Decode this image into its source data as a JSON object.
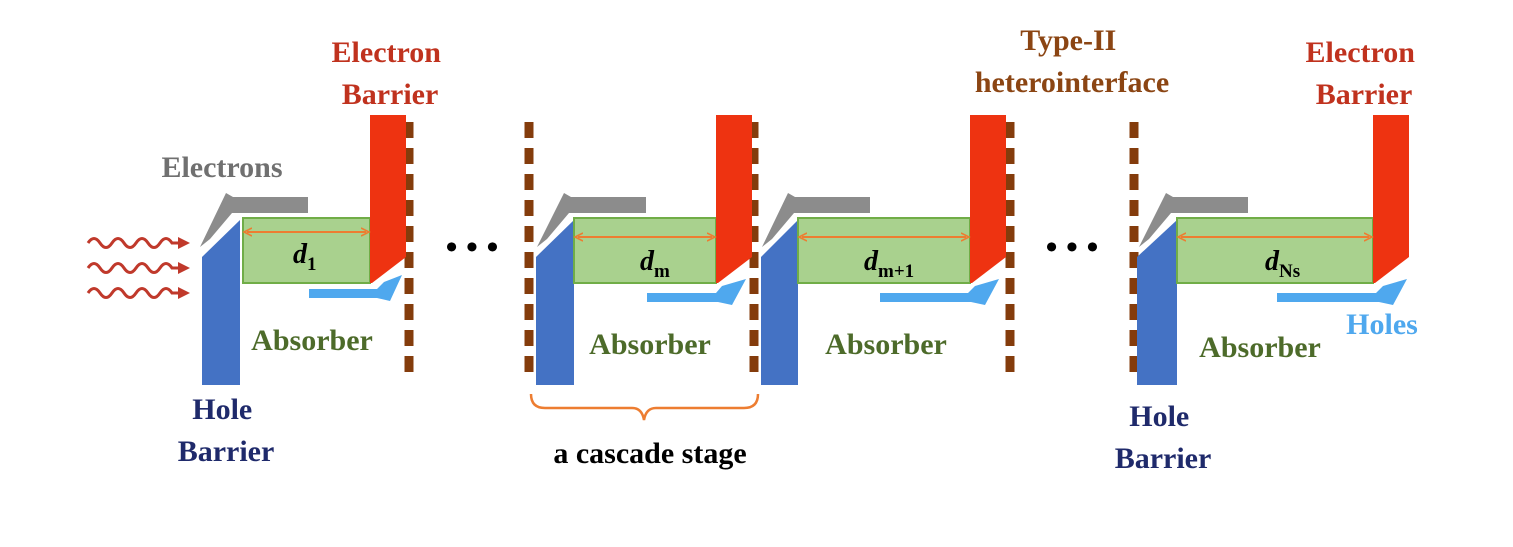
{
  "labels": {
    "electron_barrier_1": [
      "Electron",
      "Barrier"
    ],
    "electron_barrier_2": [
      "Electron",
      "Barrier"
    ],
    "type_ii": [
      "Type-II",
      "heterointerface"
    ],
    "hole_barrier_1": [
      "Hole",
      "Barrier"
    ],
    "hole_barrier_2": [
      "Hole",
      "Barrier"
    ],
    "electrons": "Electrons",
    "holes": "Holes",
    "absorber": "Absorber",
    "cascade_stage": "a cascade stage",
    "ellipsis": "• • •"
  },
  "stages": [
    {
      "d_main": "d",
      "d_sub": "1"
    },
    {
      "d_main": "d",
      "d_sub": "m"
    },
    {
      "d_main": "d",
      "d_sub": "m+1"
    },
    {
      "d_main": "d",
      "d_sub": "Ns"
    }
  ],
  "colors": {
    "electron_barrier": "#ee3311",
    "hole_barrier": "#4472c4",
    "absorber_fill": "#a9d18e",
    "absorber_stroke": "#70ad47",
    "dimension_arrow": "#ed7d31",
    "interface_dash": "#843c0c",
    "electron_arrow": "#8c8c8c",
    "hole_arrow": "#4fa8ee",
    "photon": "#c0392b",
    "label_red": "#c0321e",
    "label_brown": "#8b4513",
    "label_navy": "#1f2a6b",
    "label_green": "#4d6b2a",
    "label_lightblue": "#4fa8ee",
    "label_gray": "#707070"
  }
}
